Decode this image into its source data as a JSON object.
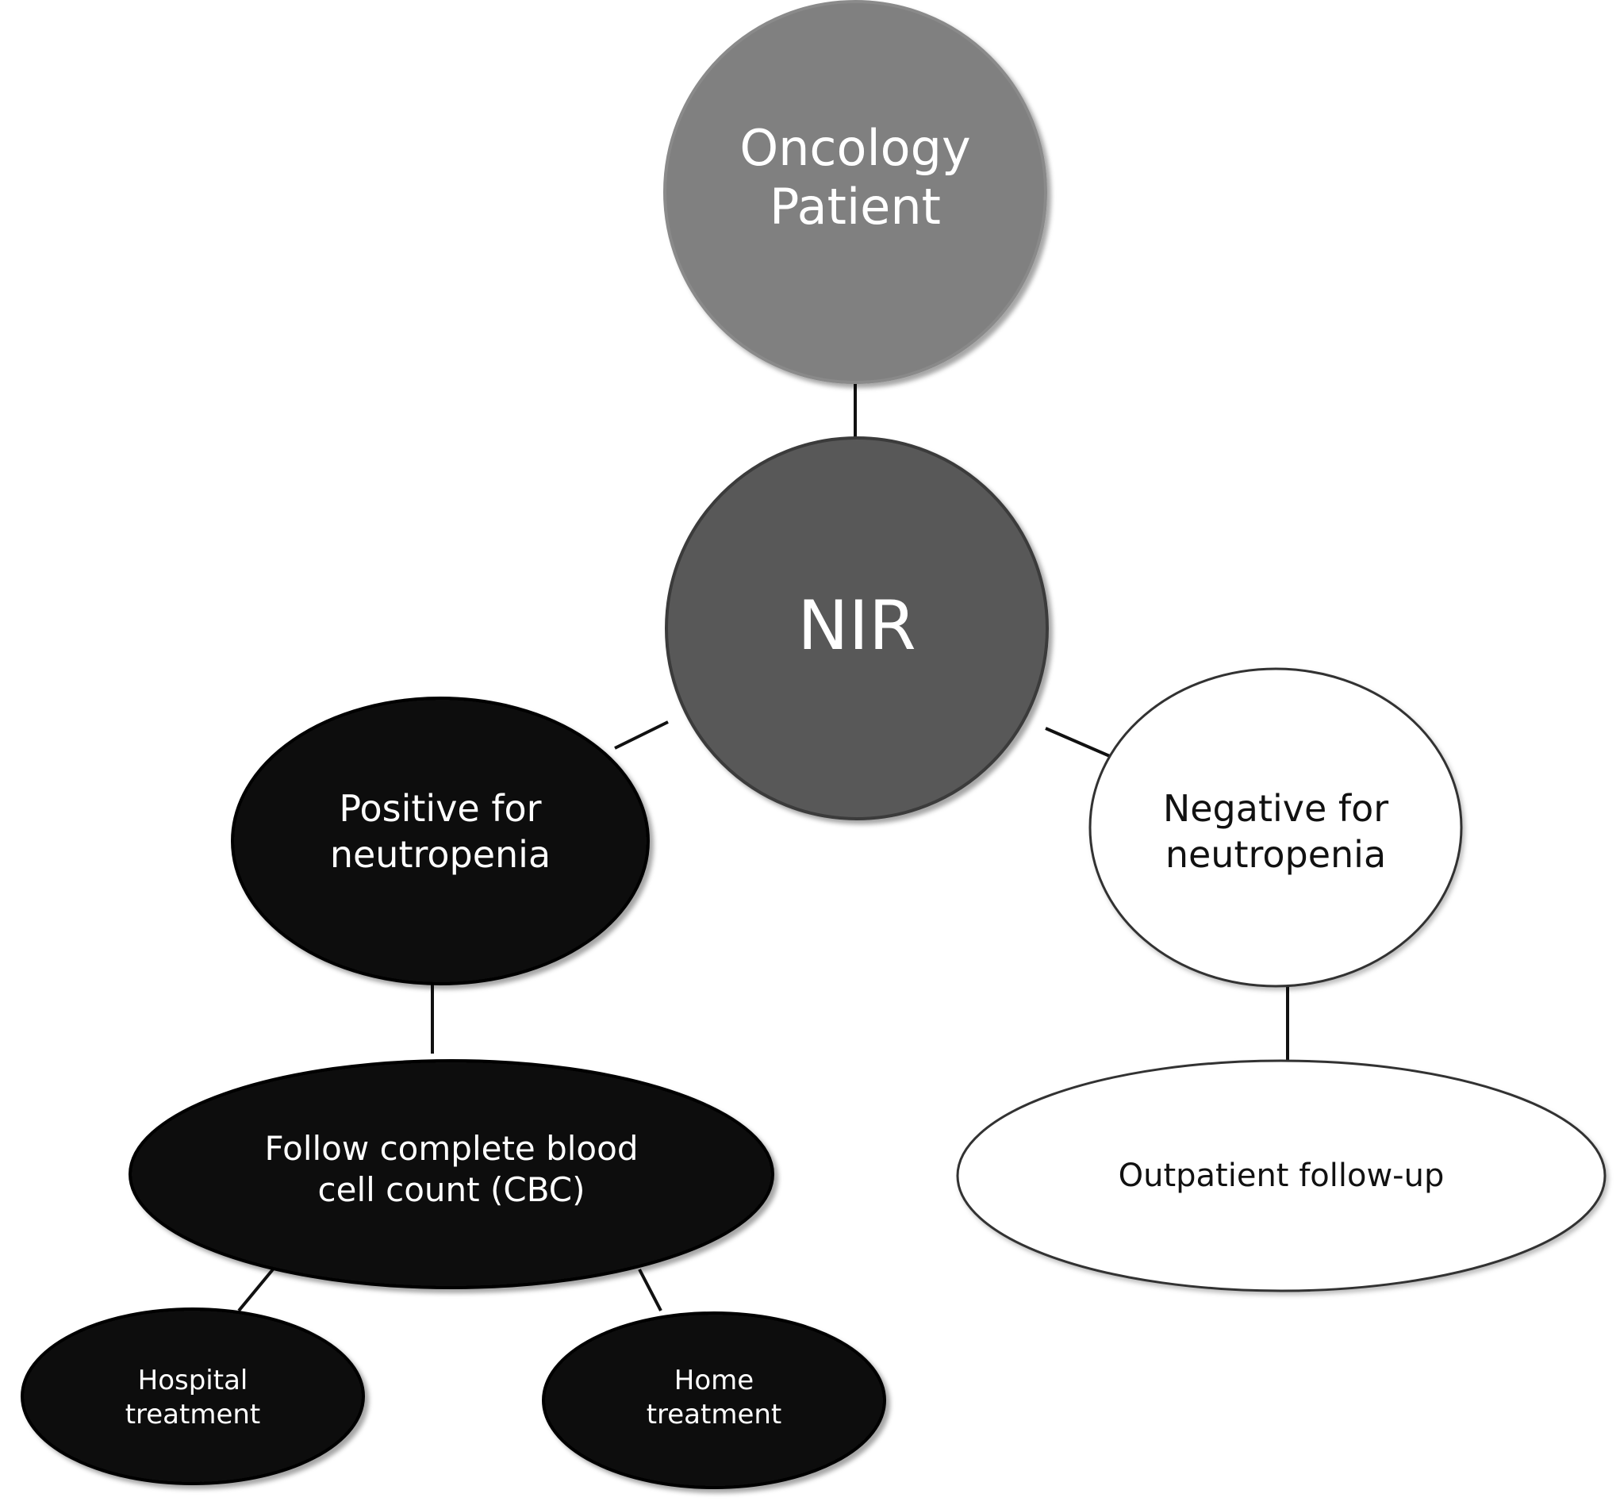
{
  "diagram": {
    "nodes": {
      "root": {
        "lines": [
          "Oncology",
          "Patient"
        ],
        "fill": "#808080",
        "text_color": "#ffffff"
      },
      "nir": {
        "lines": [
          "NIR"
        ],
        "fill": "#595959",
        "text_color": "#ffffff"
      },
      "positive": {
        "lines": [
          "Positive for",
          "neutropenia"
        ],
        "fill": "#0a0a0a",
        "text_color": "#ffffff"
      },
      "negative": {
        "lines": [
          "Negative for",
          "neutropenia"
        ],
        "fill": "#ffffff",
        "text_color": "#111111"
      },
      "cbc": {
        "lines": [
          "Follow complete blood",
          "cell count (CBC)"
        ],
        "fill": "#0a0a0a",
        "text_color": "#ffffff"
      },
      "outpatient": {
        "lines": [
          "Outpatient follow-up"
        ],
        "fill": "#ffffff",
        "text_color": "#111111"
      },
      "hospital": {
        "lines": [
          "Hospital",
          "treatment"
        ],
        "fill": "#0a0a0a",
        "text_color": "#ffffff"
      },
      "home": {
        "lines": [
          "Home",
          "treatment"
        ],
        "fill": "#0a0a0a",
        "text_color": "#ffffff"
      }
    },
    "edges": [
      {
        "from": "root",
        "to": "nir"
      },
      {
        "from": "nir",
        "to": "positive"
      },
      {
        "from": "nir",
        "to": "negative"
      },
      {
        "from": "positive",
        "to": "cbc"
      },
      {
        "from": "negative",
        "to": "outpatient"
      },
      {
        "from": "cbc",
        "to": "hospital"
      },
      {
        "from": "cbc",
        "to": "home"
      }
    ]
  }
}
